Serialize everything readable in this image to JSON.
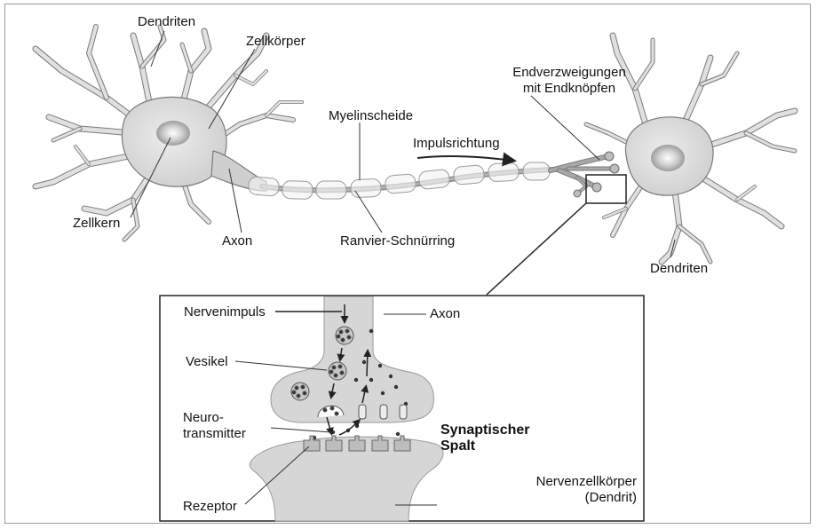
{
  "labels": {
    "dendriten_left": "Dendriten",
    "zellkoerper": "Zellkörper",
    "zellkern": "Zellkern",
    "axon": "Axon",
    "myelinscheide": "Myelinscheide",
    "impulsrichtung": "Impulsrichtung",
    "ranvier": "Ranvier-Schnürring",
    "endverzweigungen_line1": "Endverzweigungen",
    "endverzweigungen_line2": "mit Endknöpfen",
    "dendriten_right": "Dendriten"
  },
  "inset": {
    "nervenimpuls": "Nervenimpuls",
    "axon": "Axon",
    "vesikel": "Vesikel",
    "neuro_line1": "Neuro-",
    "neuro_line2": "transmitter",
    "synaptischer_line1": "Synaptischer",
    "synaptischer_line2": "Spalt",
    "nervenzellkoerper_line1": "Nervenzellkörper",
    "nervenzellkoerper_line2": "(Dendrit)",
    "rezeptor": "Rezeptor"
  },
  "colors": {
    "cell_fill": "#e0e0e0",
    "cell_stroke": "#7a7a7a",
    "axon_core": "#9a9a9a",
    "myelin_fill": "#f2f2f2",
    "terminal_fill": "#bdbdbd",
    "inset_fill": "#d6d6d6"
  }
}
